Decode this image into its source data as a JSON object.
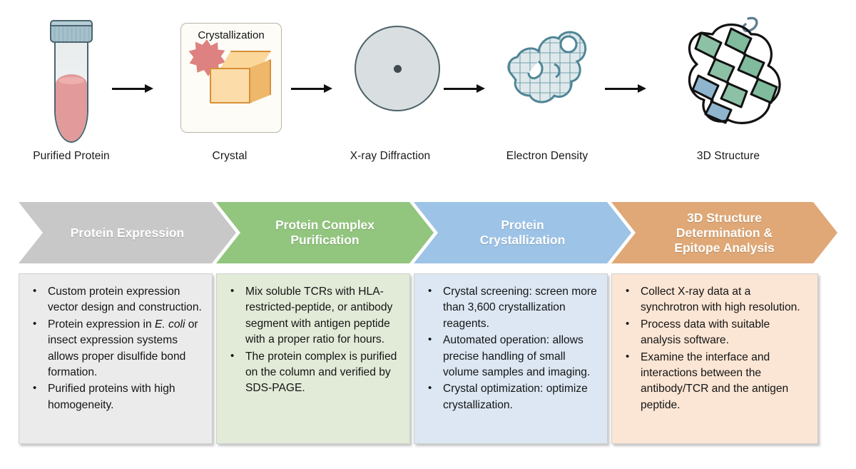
{
  "pipeline": {
    "steps": [
      {
        "label": "Purified Protein",
        "icon": "eppendorf-tube-icon"
      },
      {
        "label": "Crystal",
        "icon": "protein-crystal-icon",
        "panel_title": "Crystallization"
      },
      {
        "label": "X-ray Diffraction",
        "icon": "diffraction-disc-icon"
      },
      {
        "label": "Electron Density",
        "icon": "electron-density-mesh-icon"
      },
      {
        "label": "3D Structure",
        "icon": "protein-ribbon-icon"
      }
    ],
    "arrow_count": 4
  },
  "stages": [
    {
      "title": "Protein Expression",
      "chevron_color": "#c8c8c8",
      "box_color": "#ebebeb",
      "bullets": [
        {
          "parts": [
            {
              "text": "Custom protein expression vector design and construction."
            }
          ]
        },
        {
          "parts": [
            {
              "text": "Protein expression in "
            },
            {
              "text": "E. coli",
              "italic": true
            },
            {
              "text": " or insect expression systems allows proper disulfide bond formation."
            }
          ]
        },
        {
          "parts": [
            {
              "text": "Purified proteins with high homogeneity."
            }
          ]
        }
      ]
    },
    {
      "title": "Protein Complex\nPurification",
      "chevron_color": "#92c57e",
      "box_color": "#e2ebd8",
      "bullets": [
        {
          "parts": [
            {
              "text": "Mix soluble TCRs with HLA-restricted-peptide, or antibody segment with antigen peptide with a proper ratio for hours."
            }
          ]
        },
        {
          "parts": [
            {
              "text": "The protein complex is purified on the column and verified by SDS-PAGE."
            }
          ]
        }
      ]
    },
    {
      "title": "Protein\nCrystallization",
      "chevron_color": "#9dc3e6",
      "box_color": "#dce7f3",
      "bullets": [
        {
          "parts": [
            {
              "text": "Crystal screening: screen more than 3,600 crystallization reagents."
            }
          ]
        },
        {
          "parts": [
            {
              "text": "Automated operation: allows precise handling of small volume samples and imaging."
            }
          ]
        },
        {
          "parts": [
            {
              "text": "Crystal optimization: optimize crystallization."
            }
          ]
        }
      ]
    },
    {
      "title": "3D Structure\nDetermination &\nEpitope Analysis",
      "chevron_color": "#dfa876",
      "box_color": "#fbe5d4",
      "bullets": [
        {
          "parts": [
            {
              "text": "Collect X-ray data at a synchrotron with high resolution."
            }
          ]
        },
        {
          "parts": [
            {
              "text": "Process data with suitable analysis software."
            }
          ]
        },
        {
          "parts": [
            {
              "text": "Examine the interface and interactions between the antibody/TCR and the antigen peptide."
            }
          ]
        }
      ]
    }
  ],
  "palette": {
    "tube_cap": "#a7c2cc",
    "tube_liquid": "#e29a9a",
    "crystal_cube": "#fcdca9",
    "crystal_burst": "#dd8280",
    "disc_fill": "#d9dfe0",
    "density_mesh": "#5b8f9e",
    "ribbon_green": "#84bf9c",
    "ribbon_blue": "#8fb4cd",
    "arrow": "#111111",
    "chevron_text": "#ffffff"
  }
}
